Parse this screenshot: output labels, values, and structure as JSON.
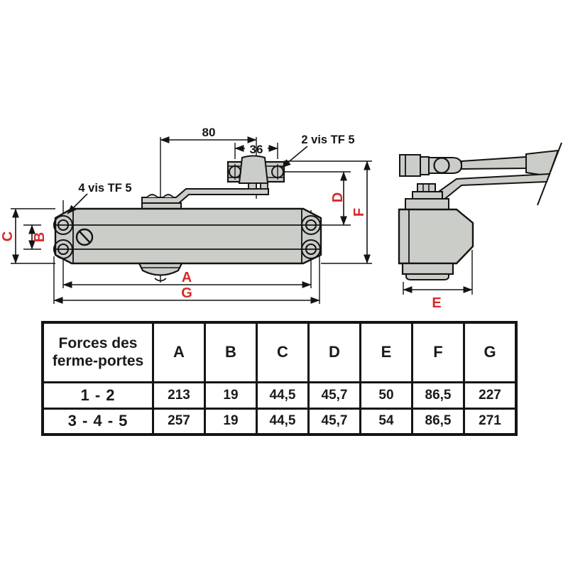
{
  "colors": {
    "accent_red": "#d8282c",
    "fill_gray": "#cbcdc9",
    "line_black": "#141414",
    "background": "#ffffff"
  },
  "drawing": {
    "dim_top": "80",
    "dim_bracket": "36",
    "label_screws_bracket": "2 vis TF 5",
    "label_screws_body": "4 vis TF 5",
    "letters": {
      "A": "A",
      "B": "B",
      "C": "C",
      "D": "D",
      "E": "E",
      "F": "F",
      "G": "G"
    }
  },
  "table": {
    "header": {
      "forces": "Forces des ferme-portes",
      "columns": [
        "A",
        "B",
        "C",
        "D",
        "E",
        "F",
        "G"
      ]
    },
    "rows": [
      {
        "label": "1 - 2",
        "values": [
          "213",
          "19",
          "44,5",
          "45,7",
          "50",
          "86,5",
          "227"
        ]
      },
      {
        "label": "3 - 4 - 5",
        "values": [
          "257",
          "19",
          "44,5",
          "45,7",
          "54",
          "86,5",
          "271"
        ]
      }
    ]
  }
}
